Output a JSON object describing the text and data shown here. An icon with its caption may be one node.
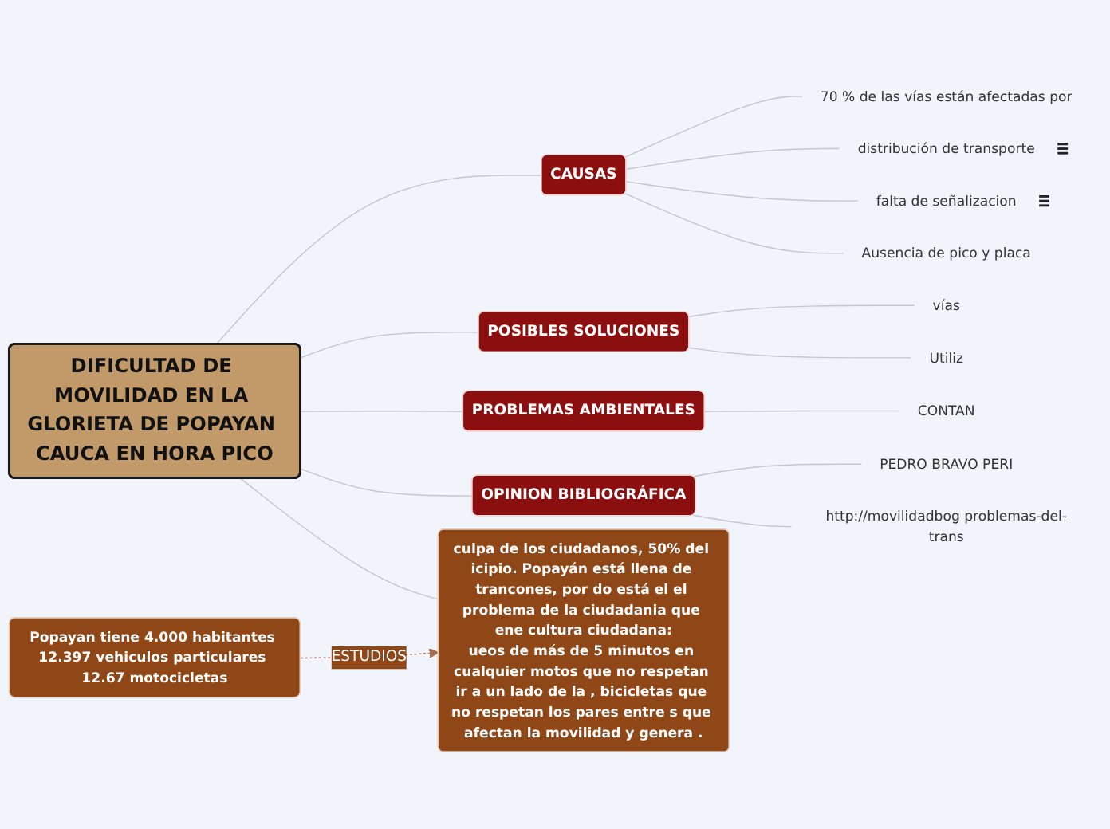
{
  "diagram": {
    "nodes": [
      {
        "text": [
          "DIFICULTAD DE MOVILIDAD EN LA GLORIETA DE POPAYAN CAUCA EN HORA PICO"
        ]
      },
      {
        "text": [
          "CAUSAS"
        ]
      },
      {
        "text": [
          "70 % de las vías están afectadas por"
        ]
      },
      {
        "text": [
          "distribución de transporte"
        ]
      },
      {
        "text": [
          "falta de señalizacion"
        ]
      },
      {
        "text": [
          "Ausencia de pico y placa"
        ]
      },
      {
        "text": [
          "POSIBLES SOLUCIONES"
        ]
      },
      {
        "text": [
          "vías"
        ]
      },
      {
        "text": [
          "Utiliz"
        ]
      },
      {
        "text": [
          "PROBLEMAS AMBIENTALES"
        ]
      },
      {
        "text": [
          "CONTAN"
        ]
      },
      {
        "text": [
          "OPINION BIBLIOGRÁFICA"
        ]
      },
      {
        "text": [
          "PEDRO BRAVO PERI"
        ]
      },
      {
        "text": [
          "http://movilidadbog problemas-del-trans"
        ]
      },
      {
        "text": [
          "culpa de los ciudadanos, 50% del icipio. Popayán está llena de trancones, por do está el el problema de la ciudadania que ene cultura ciudadana:",
          "ueos de más de 5 minutos en cualquier motos que no respetan ir a un lado de la , bicicletas que no respetan los pares entre s que afectan la movilidad y genera ."
        ]
      },
      {
        "text": [
          "Popayan tiene 4.000 habitantes 12.397 vehiculos particulares 12.67 motocicletas"
        ]
      }
    ],
    "edges": [
      {
        "from": 0,
        "to": 1,
        "arrow": "none"
      },
      {
        "from": 1,
        "to": 2,
        "arrow": "none"
      },
      {
        "from": 1,
        "to": 3,
        "arrow": "none"
      },
      {
        "from": 1,
        "to": 4,
        "arrow": "none"
      },
      {
        "from": 1,
        "to": 5,
        "arrow": "none"
      },
      {
        "from": 0,
        "to": 6,
        "arrow": "none"
      },
      {
        "from": 6,
        "to": 7,
        "arrow": "none"
      },
      {
        "from": 6,
        "to": 8,
        "arrow": "none"
      },
      {
        "from": 0,
        "to": 9,
        "arrow": "none"
      },
      {
        "from": 9,
        "to": 10,
        "arrow": "none"
      },
      {
        "from": 0,
        "to": 11,
        "arrow": "none"
      },
      {
        "from": 11,
        "to": 12,
        "arrow": "none"
      },
      {
        "from": 11,
        "to": 13,
        "arrow": "none"
      },
      {
        "from": 0,
        "to": 14,
        "arrow": "none"
      },
      {
        "from": 15,
        "to": 14,
        "arrow": "to",
        "label": "ESTUDIOS",
        "style": "dashed",
        "color": "#a86b4f"
      }
    ]
  }
}
